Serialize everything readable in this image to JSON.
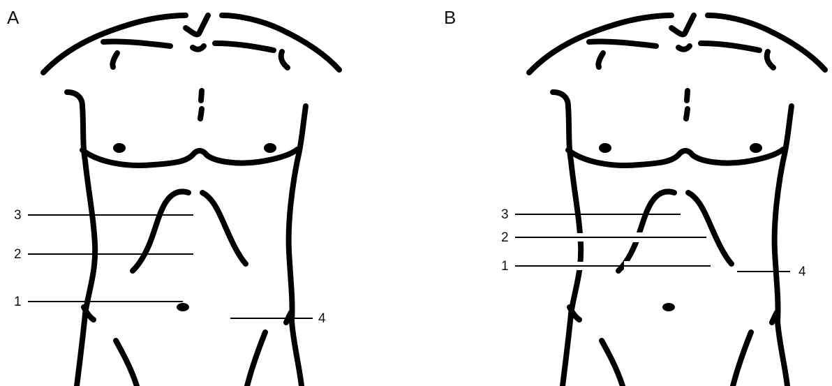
{
  "panels": [
    {
      "letter": "A",
      "labels": [
        {
          "id": "1",
          "text": "1"
        },
        {
          "id": "2",
          "text": "2"
        },
        {
          "id": "3",
          "text": "3"
        },
        {
          "id": "4",
          "text": "4"
        }
      ]
    },
    {
      "letter": "B",
      "labels": [
        {
          "id": "1",
          "text": "1"
        },
        {
          "id": "2",
          "text": "2"
        },
        {
          "id": "3",
          "text": "3"
        },
        {
          "id": "4",
          "text": "4"
        }
      ]
    }
  ],
  "colors": {
    "ink": "#000000",
    "background": "#ffffff"
  }
}
